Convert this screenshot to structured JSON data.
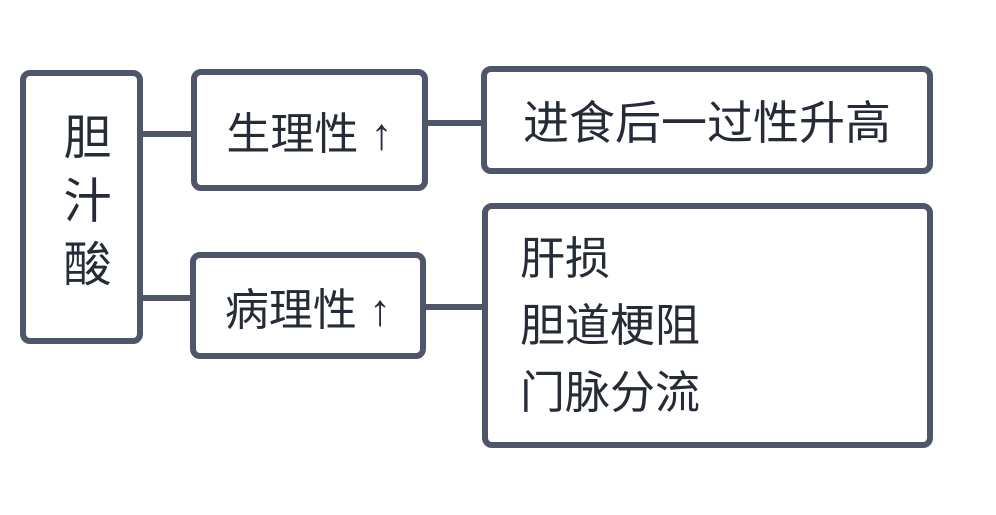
{
  "diagram": {
    "title": "bile-acid-elevation-flowchart",
    "colors": {
      "line": "#50566a",
      "text": "#262b38",
      "background": "#ffffff"
    },
    "nodes": {
      "root": "胆汁酸",
      "physiological": "生理性 ↑",
      "physiological_result": "进食后一过性升高",
      "pathological": "病理性 ↑",
      "pathological_result_lines": [
        "肝损",
        "胆道梗阻",
        "门脉分流"
      ]
    }
  }
}
